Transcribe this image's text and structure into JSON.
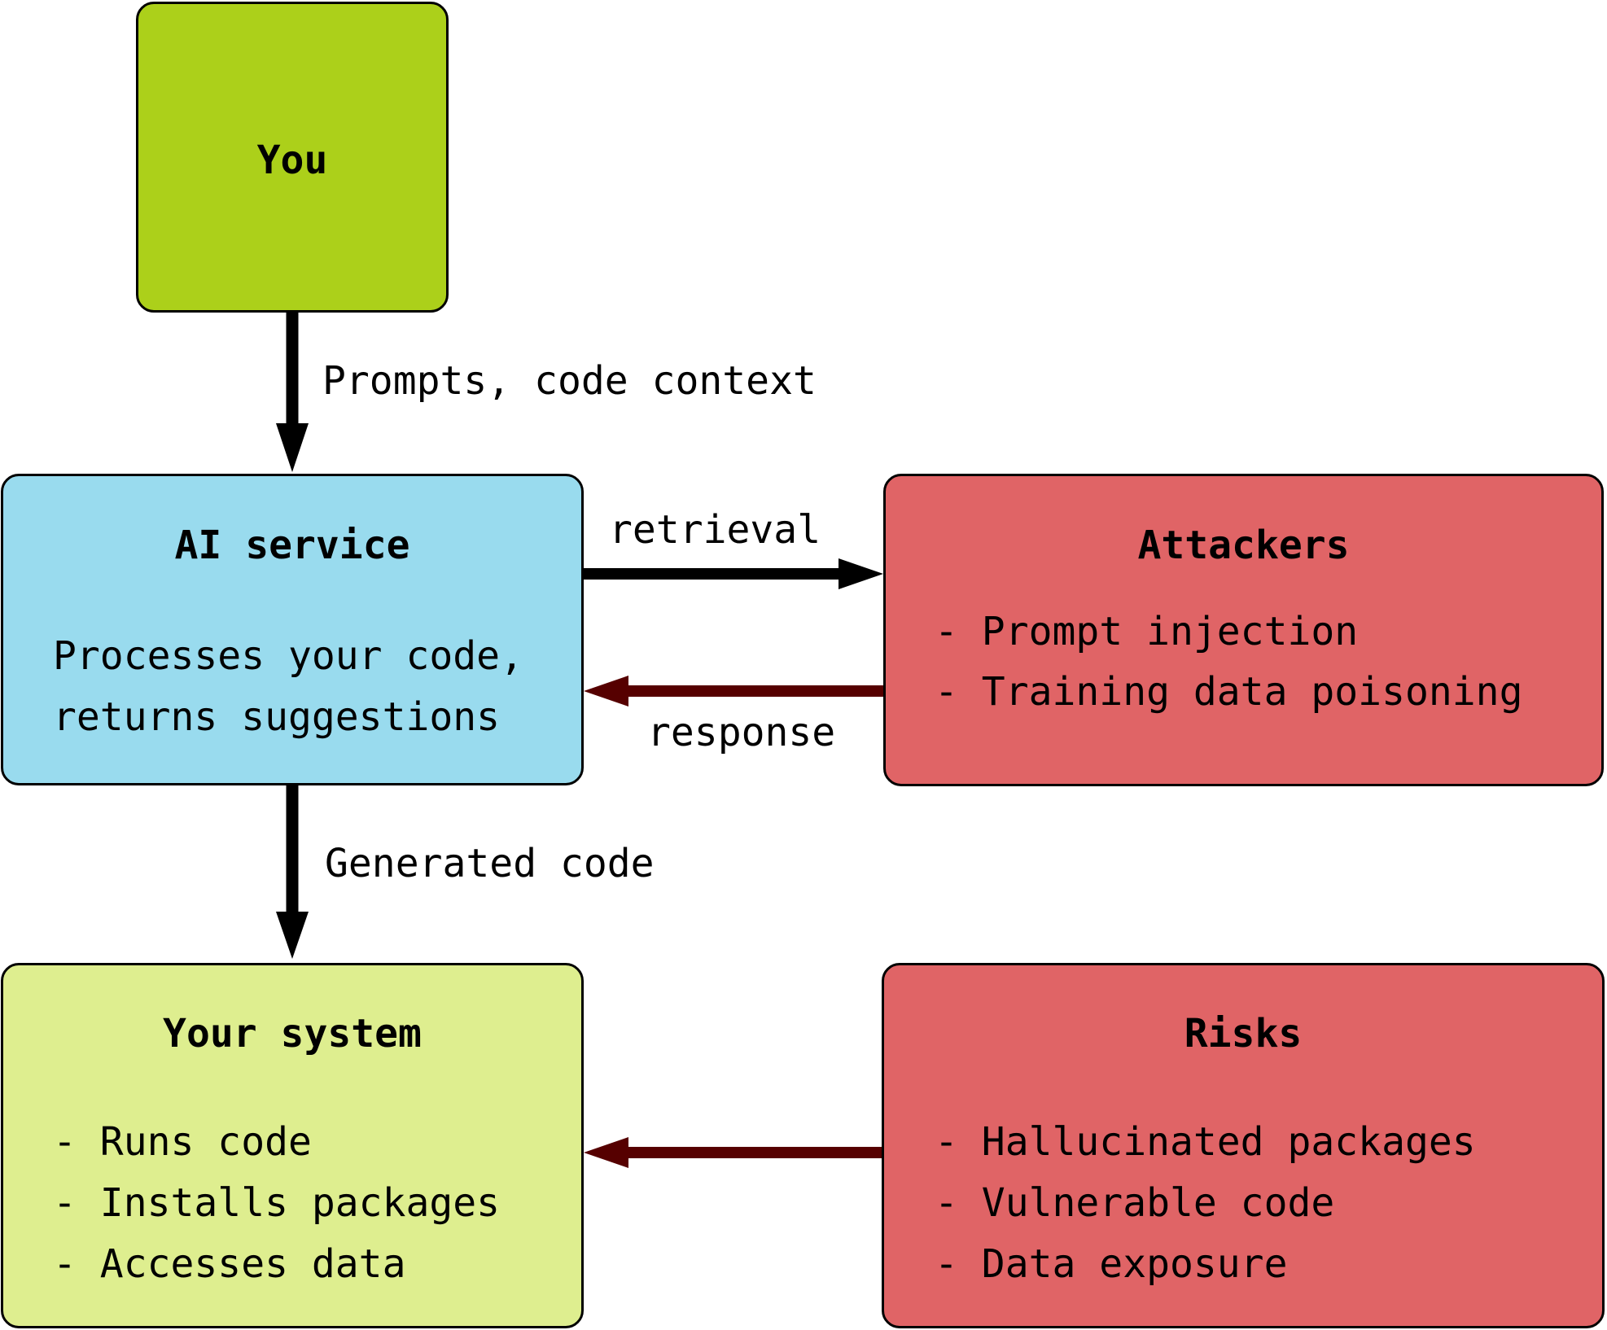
{
  "colors": {
    "you": "#acd01a",
    "ai_service": "#99dbee",
    "attackers": "#e06466",
    "your_system": "#deee8f",
    "risks": "#e06466",
    "arrow_black": "#000000",
    "arrow_dark_red": "#560000",
    "border": "#000000"
  },
  "nodes": {
    "you": {
      "title": "You"
    },
    "ai_service": {
      "title": "AI service",
      "lines": [
        "Processes your code,",
        "returns suggestions"
      ]
    },
    "attackers": {
      "title": "Attackers",
      "lines": [
        "- Prompt injection",
        "- Training data poisoning"
      ]
    },
    "your_system": {
      "title": "Your system",
      "lines": [
        "- Runs code",
        "- Installs packages",
        "- Accesses data"
      ]
    },
    "risks": {
      "title": "Risks",
      "lines": [
        "- Hallucinated packages",
        "- Vulnerable code",
        "- Data exposure"
      ]
    }
  },
  "edges": {
    "you_to_ai": {
      "label": "Prompts, code context"
    },
    "ai_to_attackers": {
      "label": "retrieval"
    },
    "attackers_to_ai": {
      "label": "response"
    },
    "ai_to_system": {
      "label": "Generated code"
    },
    "risks_to_system": {
      "label": ""
    }
  }
}
